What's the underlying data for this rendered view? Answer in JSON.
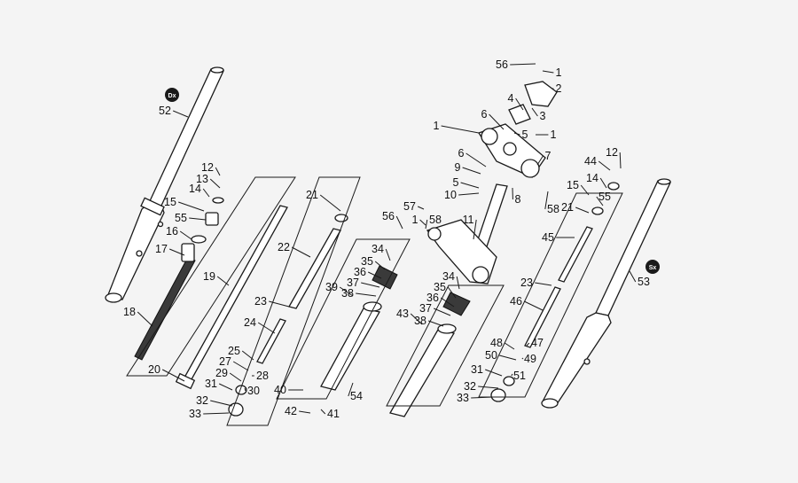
{
  "side_badges": {
    "right_fork": "Dx",
    "left_fork": "Sx"
  },
  "callouts": [
    {
      "id": "56a",
      "text": "56"
    },
    {
      "id": "1a",
      "text": "1"
    },
    {
      "id": "2",
      "text": "2"
    },
    {
      "id": "3",
      "text": "3"
    },
    {
      "id": "4",
      "text": "4"
    },
    {
      "id": "6a",
      "text": "6"
    },
    {
      "id": "5a",
      "text": "5"
    },
    {
      "id": "1b",
      "text": "1"
    },
    {
      "id": "1c",
      "text": "1"
    },
    {
      "id": "7",
      "text": "7"
    },
    {
      "id": "6b",
      "text": "6"
    },
    {
      "id": "9",
      "text": "9"
    },
    {
      "id": "5b",
      "text": "5"
    },
    {
      "id": "10",
      "text": "10"
    },
    {
      "id": "8",
      "text": "8"
    },
    {
      "id": "58a",
      "text": "58"
    },
    {
      "id": "57",
      "text": "57"
    },
    {
      "id": "56b",
      "text": "56"
    },
    {
      "id": "1d",
      "text": "1"
    },
    {
      "id": "58b",
      "text": "58"
    },
    {
      "id": "11",
      "text": "11"
    },
    {
      "id": "52",
      "text": "52"
    },
    {
      "id": "12a",
      "text": "12"
    },
    {
      "id": "13",
      "text": "13"
    },
    {
      "id": "14a",
      "text": "14"
    },
    {
      "id": "15a",
      "text": "15"
    },
    {
      "id": "55a",
      "text": "55"
    },
    {
      "id": "16",
      "text": "16"
    },
    {
      "id": "17",
      "text": "17"
    },
    {
      "id": "18",
      "text": "18"
    },
    {
      "id": "19",
      "text": "19"
    },
    {
      "id": "20",
      "text": "20"
    },
    {
      "id": "21a",
      "text": "21"
    },
    {
      "id": "22",
      "text": "22"
    },
    {
      "id": "23a",
      "text": "23"
    },
    {
      "id": "24",
      "text": "24"
    },
    {
      "id": "25",
      "text": "25"
    },
    {
      "id": "27",
      "text": "27"
    },
    {
      "id": "29",
      "text": "29"
    },
    {
      "id": "28",
      "text": "28"
    },
    {
      "id": "31a",
      "text": "31"
    },
    {
      "id": "30",
      "text": "30"
    },
    {
      "id": "32a",
      "text": "32"
    },
    {
      "id": "33a",
      "text": "33"
    },
    {
      "id": "34a",
      "text": "34"
    },
    {
      "id": "35a",
      "text": "35"
    },
    {
      "id": "36a",
      "text": "36"
    },
    {
      "id": "37a",
      "text": "37"
    },
    {
      "id": "39",
      "text": "39"
    },
    {
      "id": "38a",
      "text": "38"
    },
    {
      "id": "40",
      "text": "40"
    },
    {
      "id": "54",
      "text": "54"
    },
    {
      "id": "42",
      "text": "42"
    },
    {
      "id": "41",
      "text": "41"
    },
    {
      "id": "34b",
      "text": "34"
    },
    {
      "id": "35b",
      "text": "35"
    },
    {
      "id": "36b",
      "text": "36"
    },
    {
      "id": "37b",
      "text": "37"
    },
    {
      "id": "43",
      "text": "43"
    },
    {
      "id": "38b",
      "text": "38"
    },
    {
      "id": "44",
      "text": "44"
    },
    {
      "id": "12b",
      "text": "12"
    },
    {
      "id": "15b",
      "text": "15"
    },
    {
      "id": "14b",
      "text": "14"
    },
    {
      "id": "55b",
      "text": "55"
    },
    {
      "id": "21b",
      "text": "21"
    },
    {
      "id": "45",
      "text": "45"
    },
    {
      "id": "53",
      "text": "53"
    },
    {
      "id": "23b",
      "text": "23"
    },
    {
      "id": "46",
      "text": "46"
    },
    {
      "id": "48",
      "text": "48"
    },
    {
      "id": "47",
      "text": "47"
    },
    {
      "id": "50",
      "text": "50"
    },
    {
      "id": "49",
      "text": "49"
    },
    {
      "id": "31b",
      "text": "31"
    },
    {
      "id": "51",
      "text": "51"
    },
    {
      "id": "32b",
      "text": "32"
    },
    {
      "id": "33b",
      "text": "33"
    }
  ]
}
